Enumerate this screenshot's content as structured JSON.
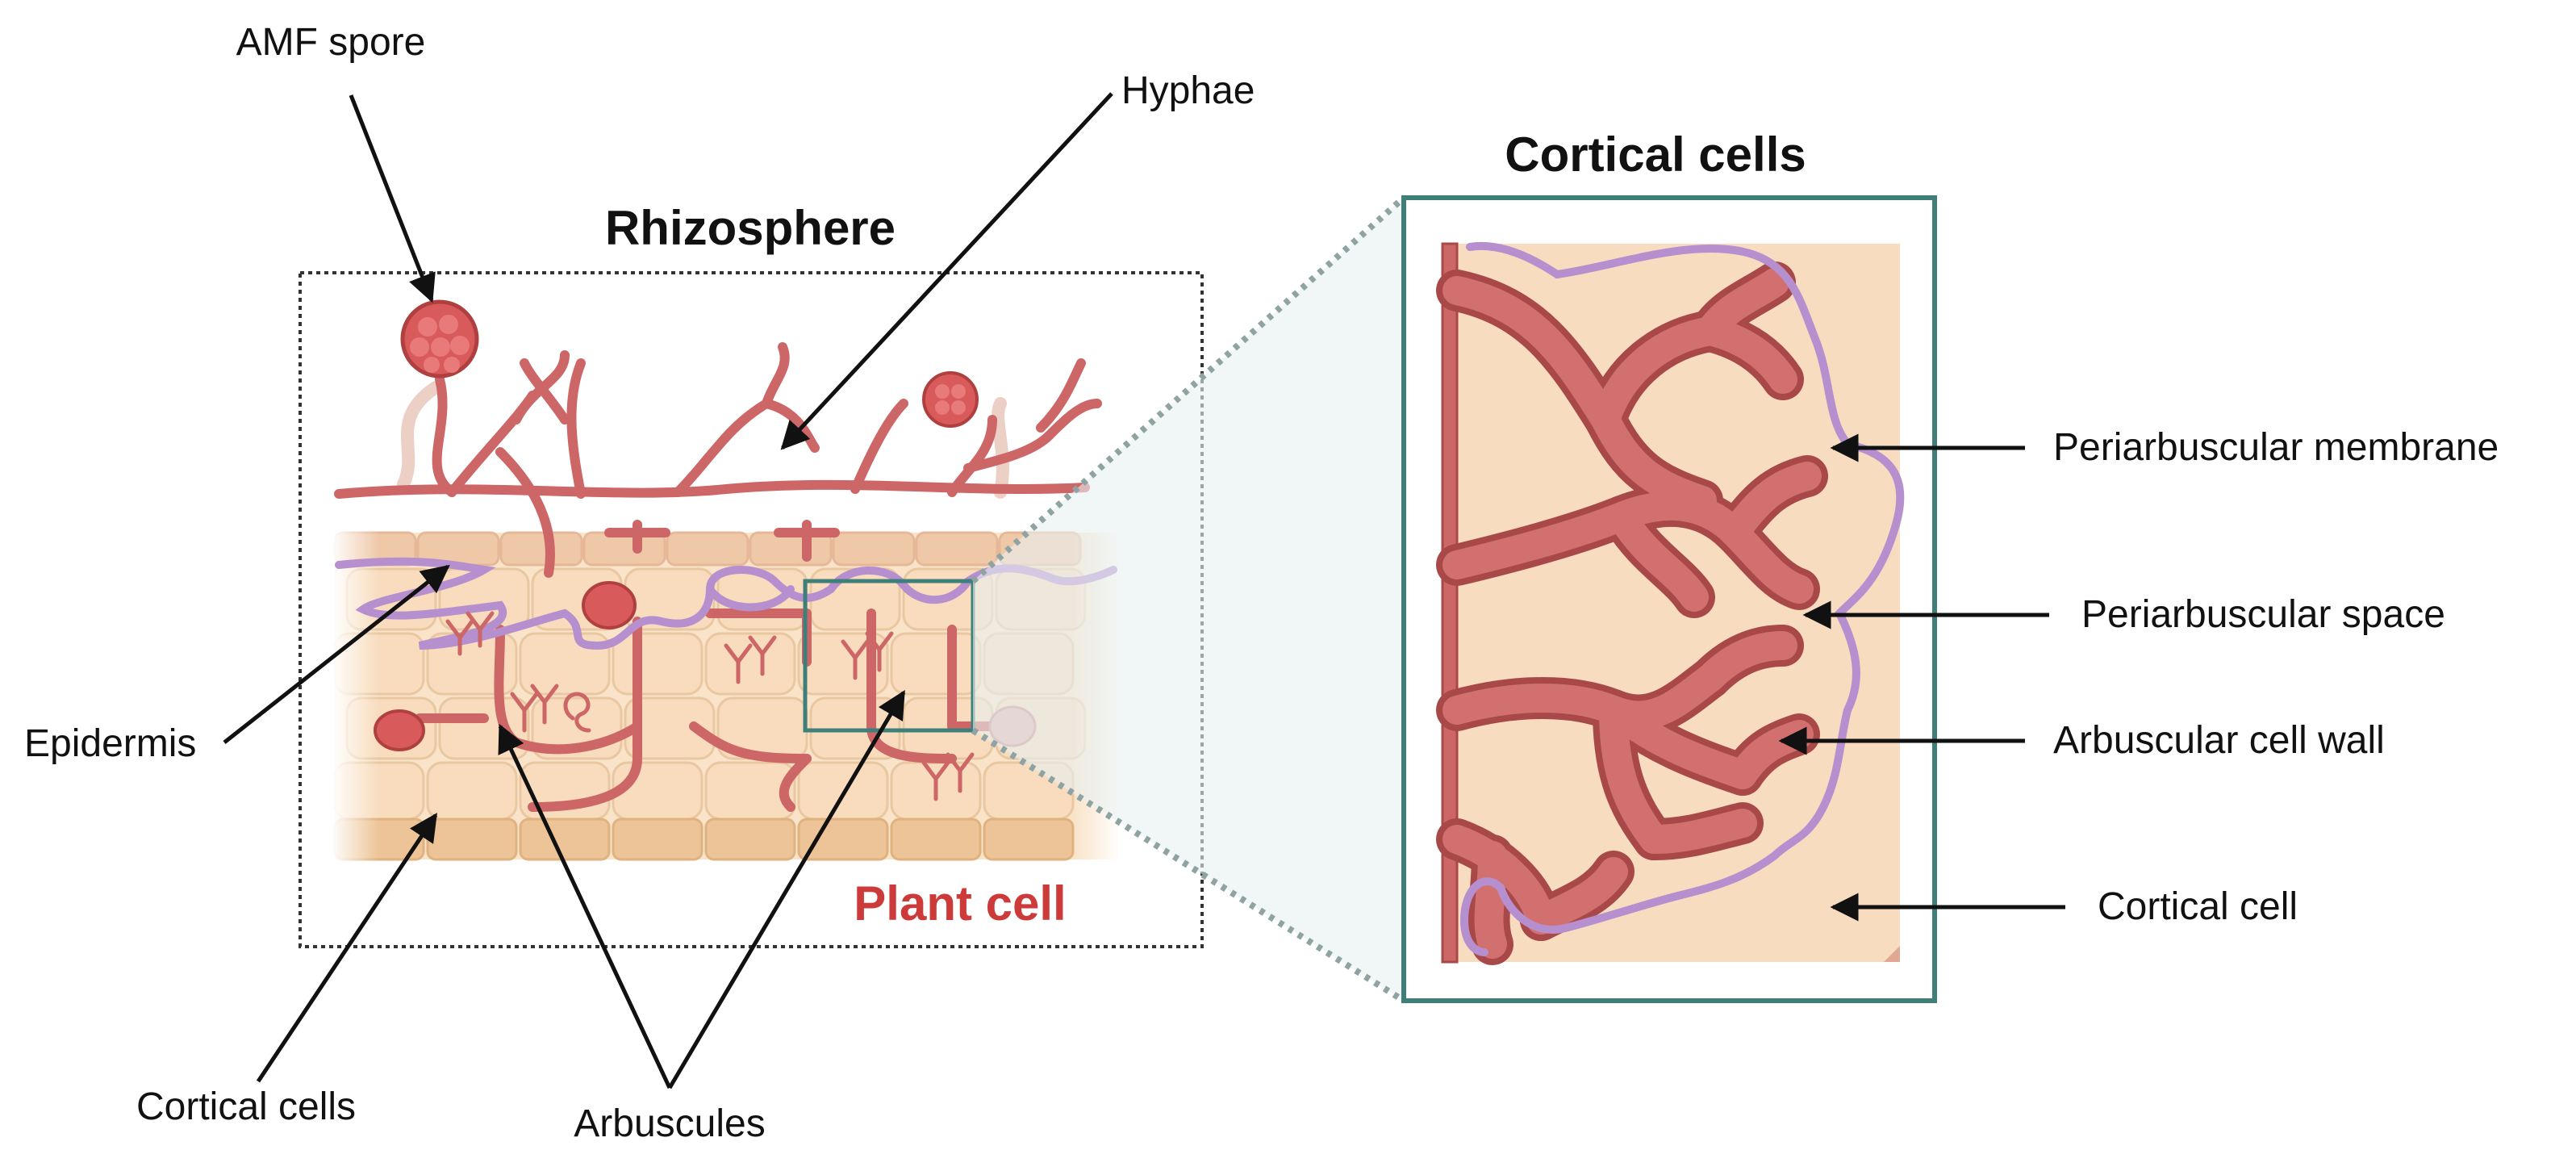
{
  "titles": {
    "rhizosphere": "Rhizosphere",
    "plant_cell": "Plant cell",
    "cortical_cells_inset": "Cortical cells"
  },
  "labels": {
    "amf_spore": "AMF spore",
    "hyphae": "Hyphae",
    "epidermis": "Epidermis",
    "cortical_cells": "Cortical cells",
    "arbuscules": "Arbuscules",
    "periarbuscular_membrane": "Periarbuscular membrane",
    "periarbuscular_space": "Periarbuscular space",
    "arbuscular_cell_wall": "Arbuscular cell wall",
    "cortical_cell": "Cortical cell"
  },
  "colors": {
    "hypha": "#cd6666",
    "hypha_dark": "#b04a4a",
    "membrane": "#b68fcf",
    "cell_fill": "#f6d9b8",
    "cell_edge": "#e8c49c",
    "inset_border": "#3f7f7a",
    "inset_bg": "#f8dcc0",
    "plant_cell_text": "#cc3a3a"
  }
}
